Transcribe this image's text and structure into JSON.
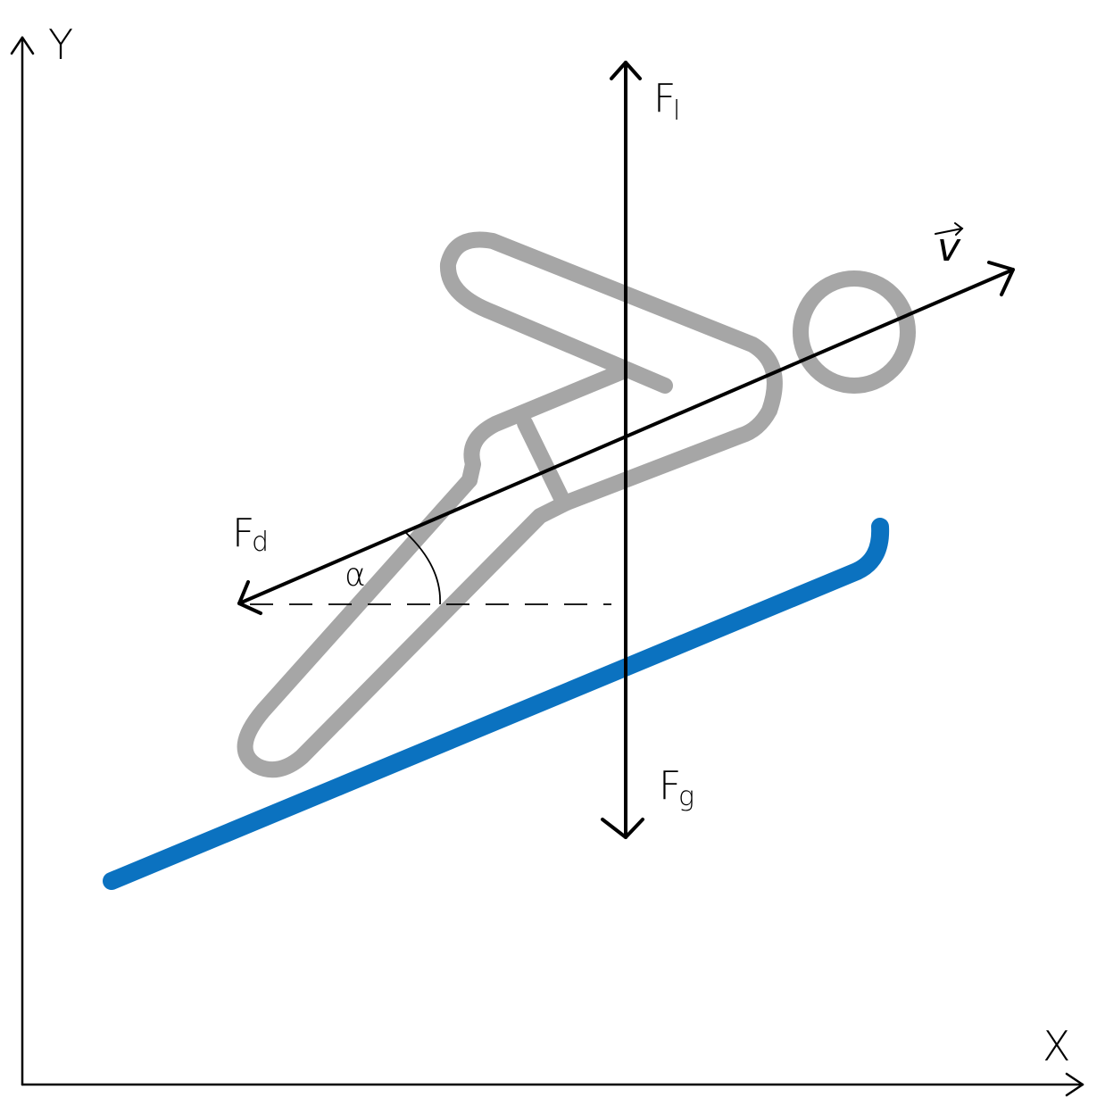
{
  "axes": {
    "x_label": "X",
    "y_label": "Y"
  },
  "forces": {
    "lift": {
      "main": "F",
      "sub": "l"
    },
    "gravity": {
      "main": "F",
      "sub": "g"
    },
    "drag": {
      "main": "F",
      "sub": "d"
    }
  },
  "velocity": {
    "label": "v"
  },
  "angle": {
    "label": "α"
  },
  "colors": {
    "axes": "#000000",
    "forces": "#000000",
    "jumper": "#a6a6a6",
    "ski": "#0b72c0"
  }
}
